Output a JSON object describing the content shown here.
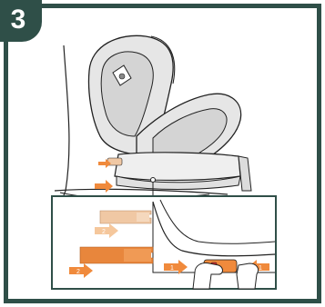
{
  "step": {
    "number": "3"
  },
  "colors": {
    "frame": "#2f4f48",
    "orange_arrow": "#f08a3c",
    "isofix_light": "#f0c8a4",
    "isofix_dark": "#e8863c",
    "release_button": "#d92a2a"
  },
  "icons": {
    "arrow": "orange-right-arrow",
    "isofix_connector": "isofix-connector",
    "hand": "hand-outline"
  },
  "labels": {
    "step_two": "2",
    "step_one": "1"
  }
}
